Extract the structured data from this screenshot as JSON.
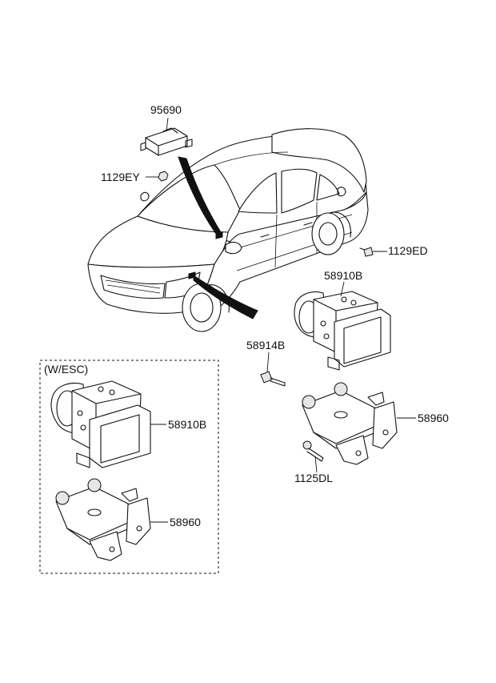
{
  "labels": {
    "sensor": "95690",
    "nut": "1129EY",
    "screw_ed": "1129ED",
    "hecu": "58910B",
    "bolt_small": "58914B",
    "bracket": "58960",
    "bolt_dl": "1125DL"
  },
  "esc_box": {
    "title": "(W/ESC)",
    "hecu": "58910B",
    "bracket": "58960"
  }
}
